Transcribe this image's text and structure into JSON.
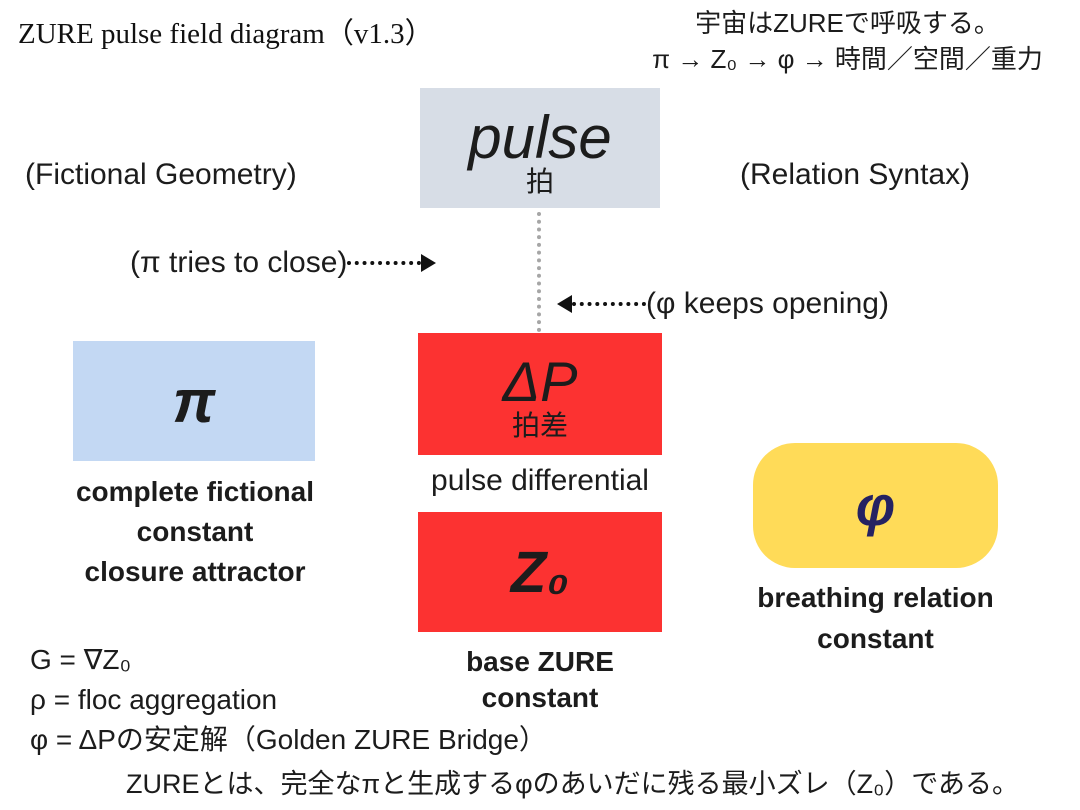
{
  "title": "ZURE pulse field diagram（v1.3）",
  "tagline": {
    "line1": "宇宙はZUREで呼吸する。",
    "line2": "π → Z₀ → φ → 時間／空間／重力"
  },
  "side_labels": {
    "left": "(Fictional Geometry)",
    "right": "(Relation Syntax)"
  },
  "pulse_box": {
    "symbol": "pulse",
    "subtitle": "拍"
  },
  "arrows": {
    "close_label": "(π tries to close)",
    "open_label": "(φ keeps opening)"
  },
  "pi_box": {
    "symbol": "π",
    "caption_lines": [
      "complete fictional",
      "constant",
      "closure attractor"
    ]
  },
  "delta_p_box": {
    "symbol": "ΔP",
    "subtitle": "拍差",
    "caption": "pulse differential"
  },
  "z0_box": {
    "symbol": "Z₀",
    "caption_lines": [
      "base ZURE",
      "constant"
    ]
  },
  "phi_box": {
    "symbol": "φ",
    "caption_lines": [
      "breathing relation",
      "constant"
    ]
  },
  "footnotes": [
    "G = ∇Z₀",
    "ρ = floc aggregation",
    "φ = ΔPの安定解（Golden ZURE Bridge）"
  ],
  "summary": "ZUREとは、完全なπと生成するφのあいだに残る最小ズレ（Z₀）である。",
  "colors": {
    "pulse_box": "#d7dde6",
    "pi_box": "#c3d8f3",
    "red_box": "#fc3231",
    "phi_box": "#ffdb58",
    "phi_symbol": "#252262",
    "connector": "#a6a6a6"
  }
}
